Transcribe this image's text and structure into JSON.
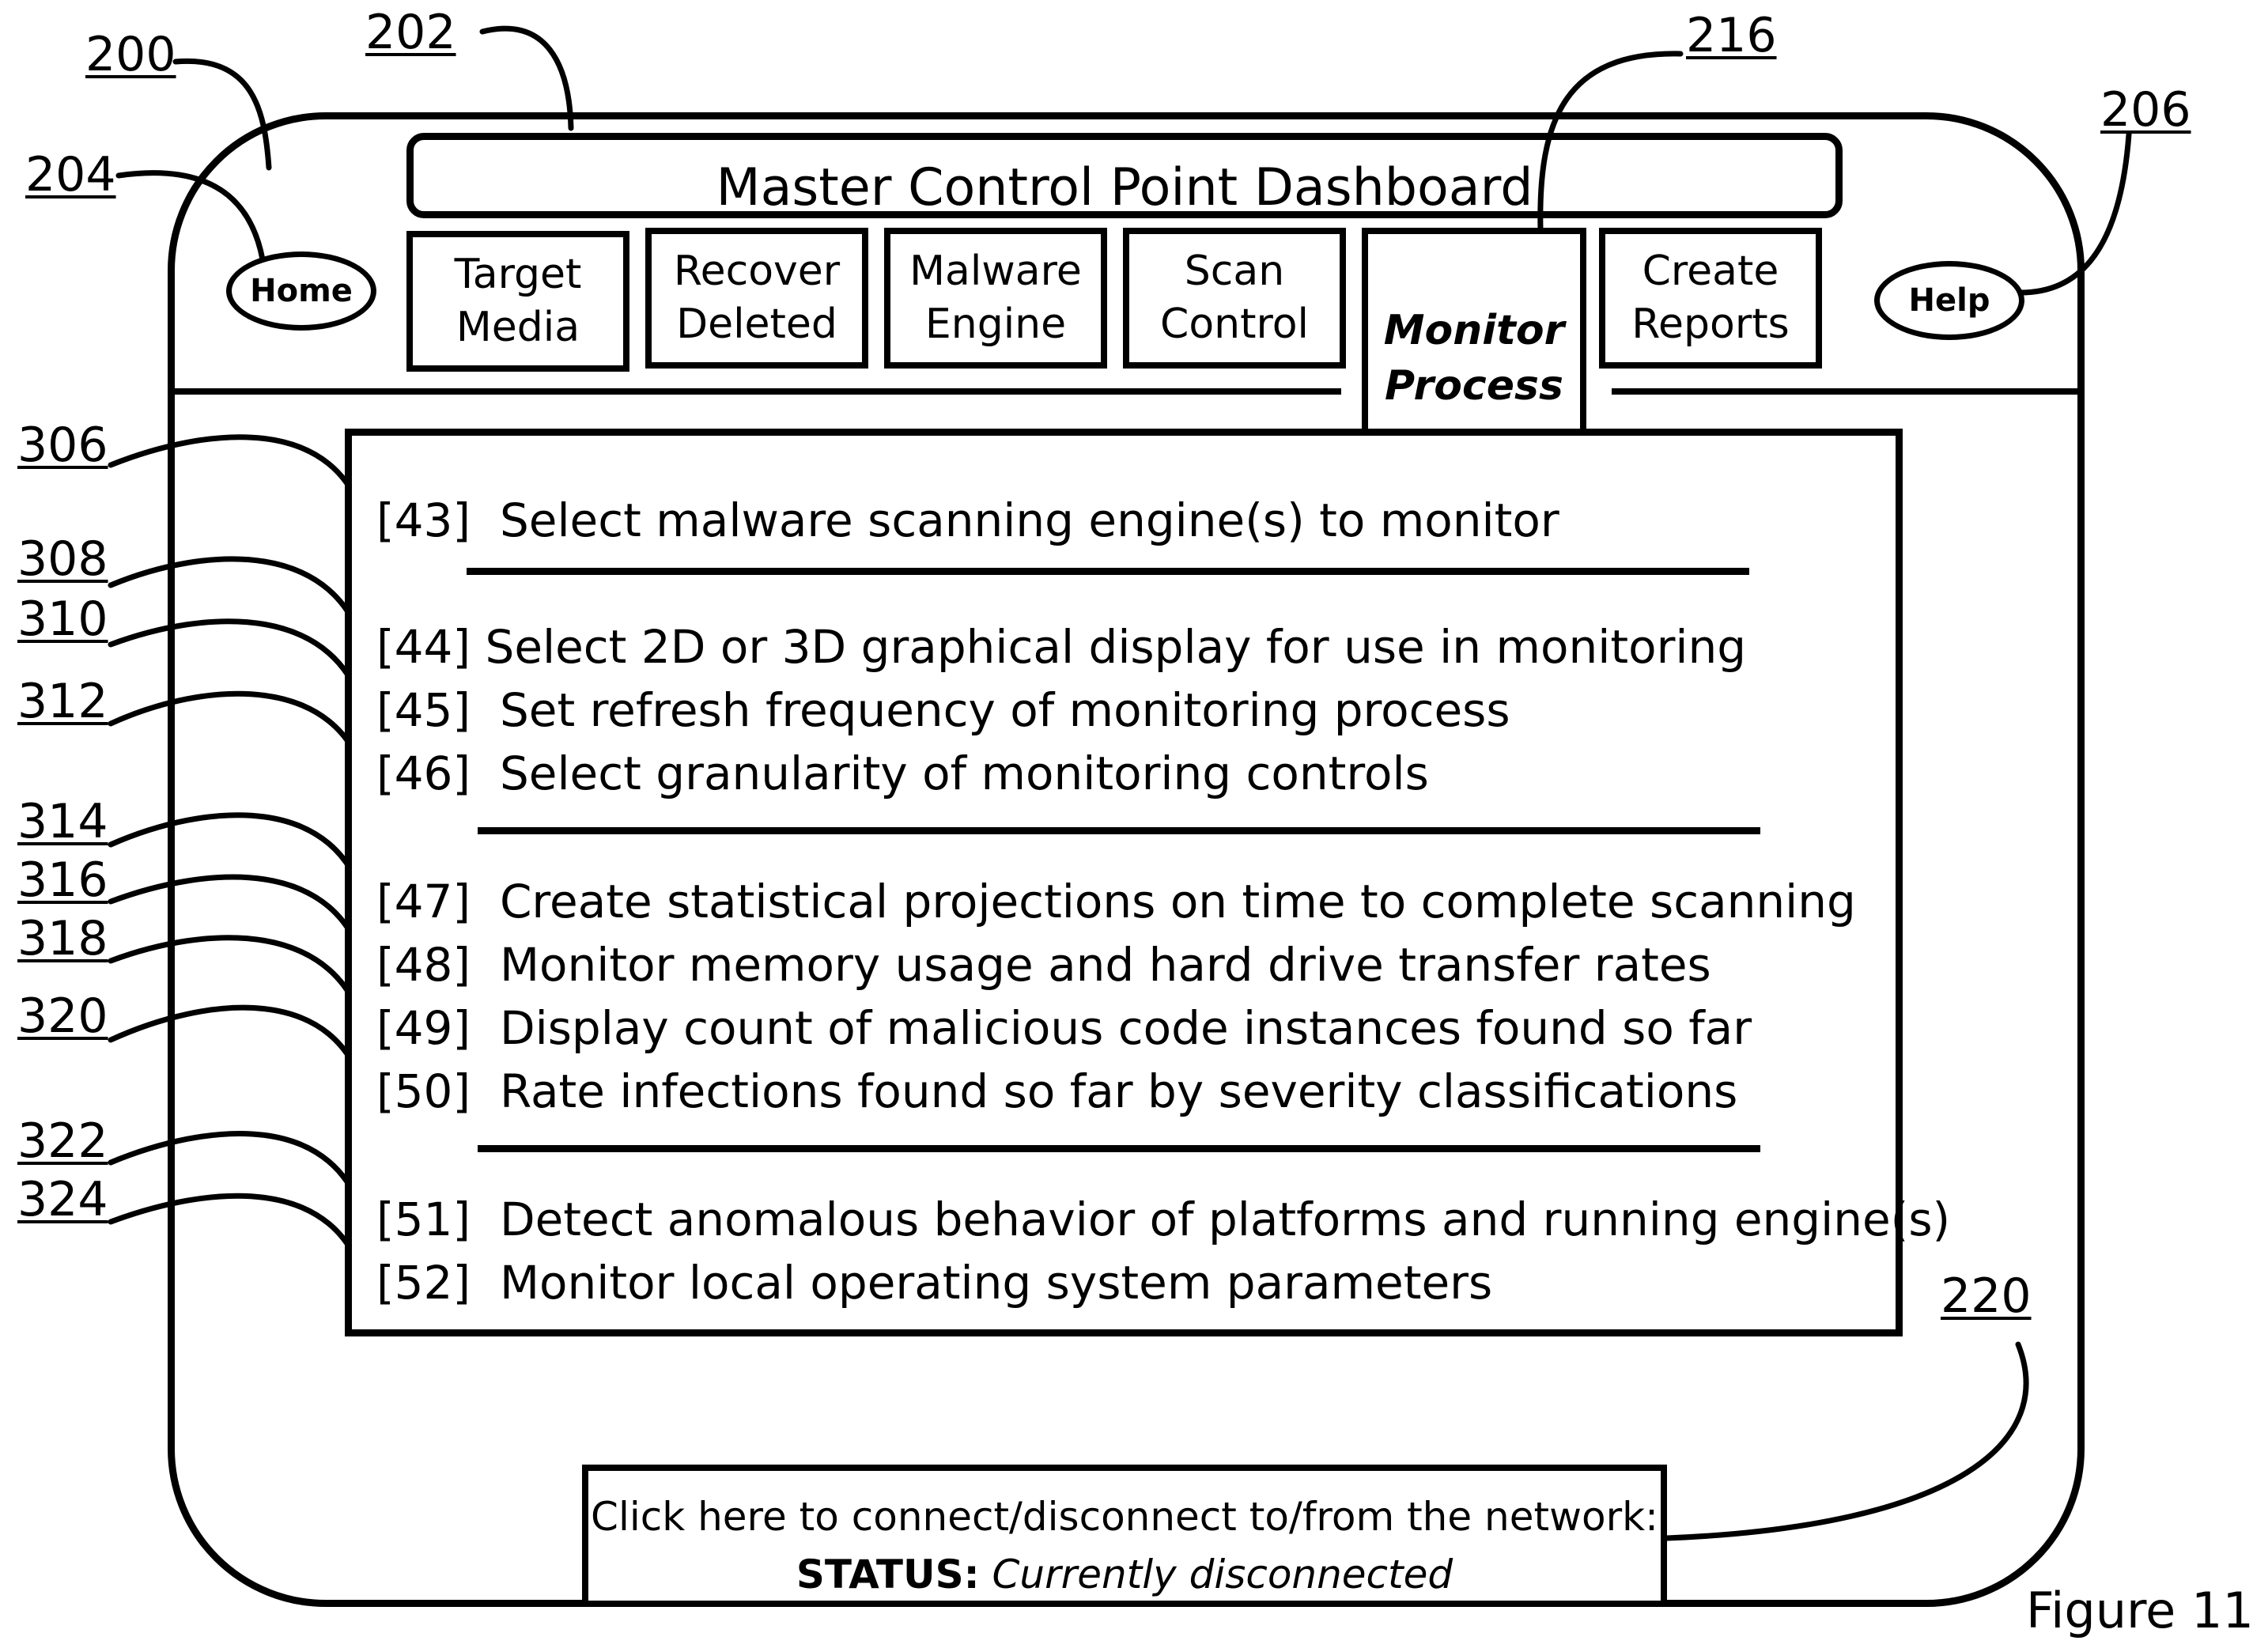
{
  "reference_numerals": {
    "device": "200",
    "title_bar": "202",
    "home": "204",
    "help": "206",
    "monitor_tab": "216",
    "network_button": "220",
    "item_43": "306",
    "item_44": "308",
    "item_45": "310",
    "item_46": "312",
    "item_47": "314",
    "item_48": "316",
    "item_49": "318",
    "item_50": "320",
    "item_51": "322",
    "item_52": "324"
  },
  "header": {
    "title": "Master Control Point Dashboard",
    "home_label": "Home",
    "help_label": "Help"
  },
  "tabs": [
    {
      "line1": "Target",
      "line2": "Media"
    },
    {
      "line1": "Recover",
      "line2": "Deleted"
    },
    {
      "line1": "Malware",
      "line2": "Engine"
    },
    {
      "line1": "Scan",
      "line2": "Control"
    },
    {
      "line1": "Monitor",
      "line2": "Process",
      "active": true
    },
    {
      "line1": "Create",
      "line2": "Reports"
    }
  ],
  "items": [
    {
      "num": "[43]",
      "text": "Select malware scanning engine(s) to monitor"
    },
    {
      "num": "[44]",
      "text": "Select 2D or 3D graphical display for use in monitoring"
    },
    {
      "num": "[45]",
      "text": "Set refresh frequency of monitoring process"
    },
    {
      "num": "[46]",
      "text": "Select granularity of monitoring controls"
    },
    {
      "num": "[47]",
      "text": "Create statistical projections on time to complete scanning"
    },
    {
      "num": "[48]",
      "text": "Monitor memory usage and hard drive transfer rates"
    },
    {
      "num": "[49]",
      "text": "Display count of malicious code instances found so far"
    },
    {
      "num": "[50]",
      "text": "Rate infections found so far by severity classifications"
    },
    {
      "num": "[51]",
      "text": "Detect anomalous behavior of platforms and running engine(s)"
    },
    {
      "num": "[52]",
      "text": "Monitor local operating system parameters"
    }
  ],
  "network": {
    "prompt": "Click here to connect/disconnect to/from the network:",
    "status_label": "STATUS:",
    "status_value": "Currently disconnected"
  },
  "figure_label": "Figure 11"
}
